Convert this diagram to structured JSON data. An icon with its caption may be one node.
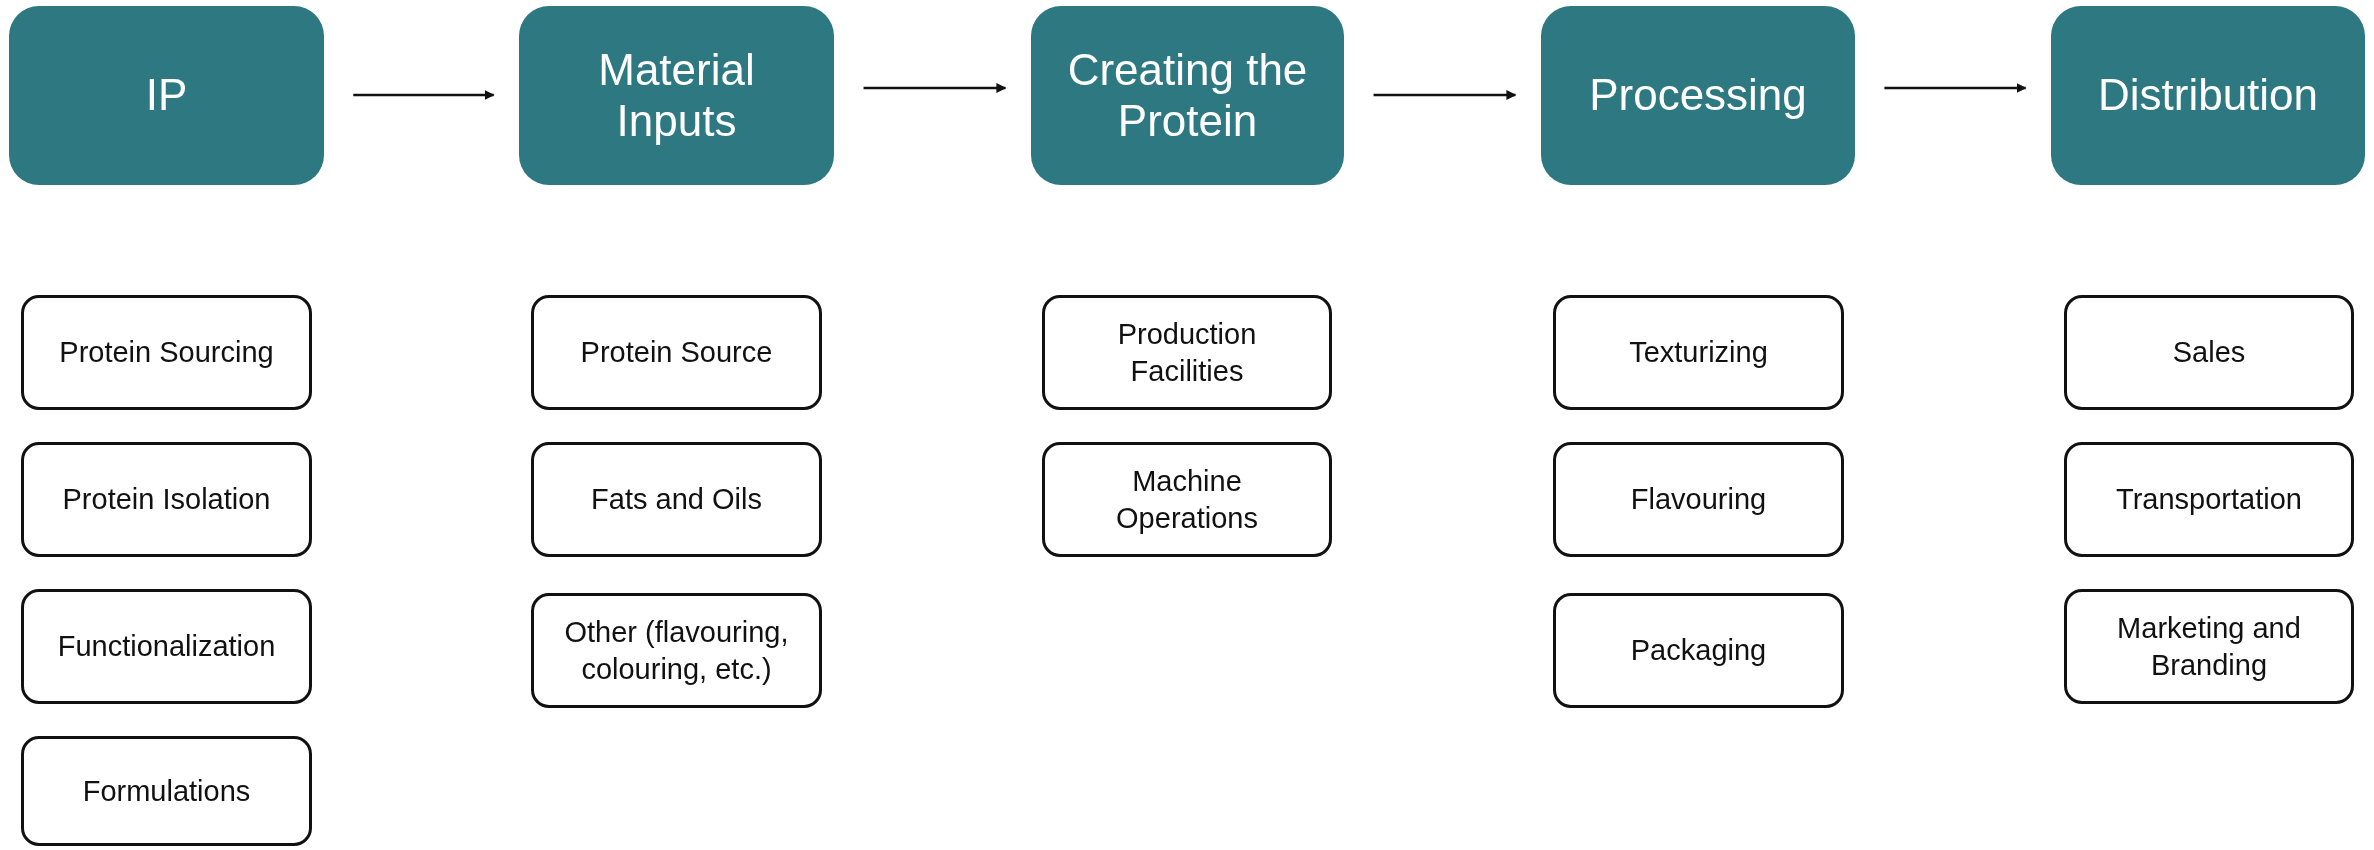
{
  "diagram": {
    "nodes": [
      {
        "text": [
          "IP"
        ]
      },
      {
        "text": [
          "Material Inputs"
        ]
      },
      {
        "text": [
          "Creating the Protein"
        ]
      },
      {
        "text": [
          "Processing"
        ]
      },
      {
        "text": [
          "Distribution"
        ]
      },
      {
        "text": [
          "Protein Sourcing"
        ]
      },
      {
        "text": [
          "Protein Isolation"
        ]
      },
      {
        "text": [
          "Functionalization"
        ]
      },
      {
        "text": [
          "Formulations"
        ]
      },
      {
        "text": [
          "Protein Source"
        ]
      },
      {
        "text": [
          "Fats and Oils"
        ]
      },
      {
        "text": [
          "Other (flavouring, colouring, etc.)"
        ]
      },
      {
        "text": [
          "Production Facilities"
        ]
      },
      {
        "text": [
          "Machine Operations"
        ]
      },
      {
        "text": [
          "Texturizing"
        ]
      },
      {
        "text": [
          "Flavouring"
        ]
      },
      {
        "text": [
          "Packaging"
        ]
      },
      {
        "text": [
          "Sales"
        ]
      },
      {
        "text": [
          "Transportation"
        ]
      },
      {
        "text": [
          "Marketing and Branding"
        ]
      }
    ],
    "edges": [
      {
        "from": 0,
        "to": 1,
        "arrow": "to"
      },
      {
        "from": 1,
        "to": 2,
        "arrow": "to"
      },
      {
        "from": 2,
        "to": 3,
        "arrow": "to"
      },
      {
        "from": 3,
        "to": 4,
        "arrow": "to"
      }
    ]
  }
}
